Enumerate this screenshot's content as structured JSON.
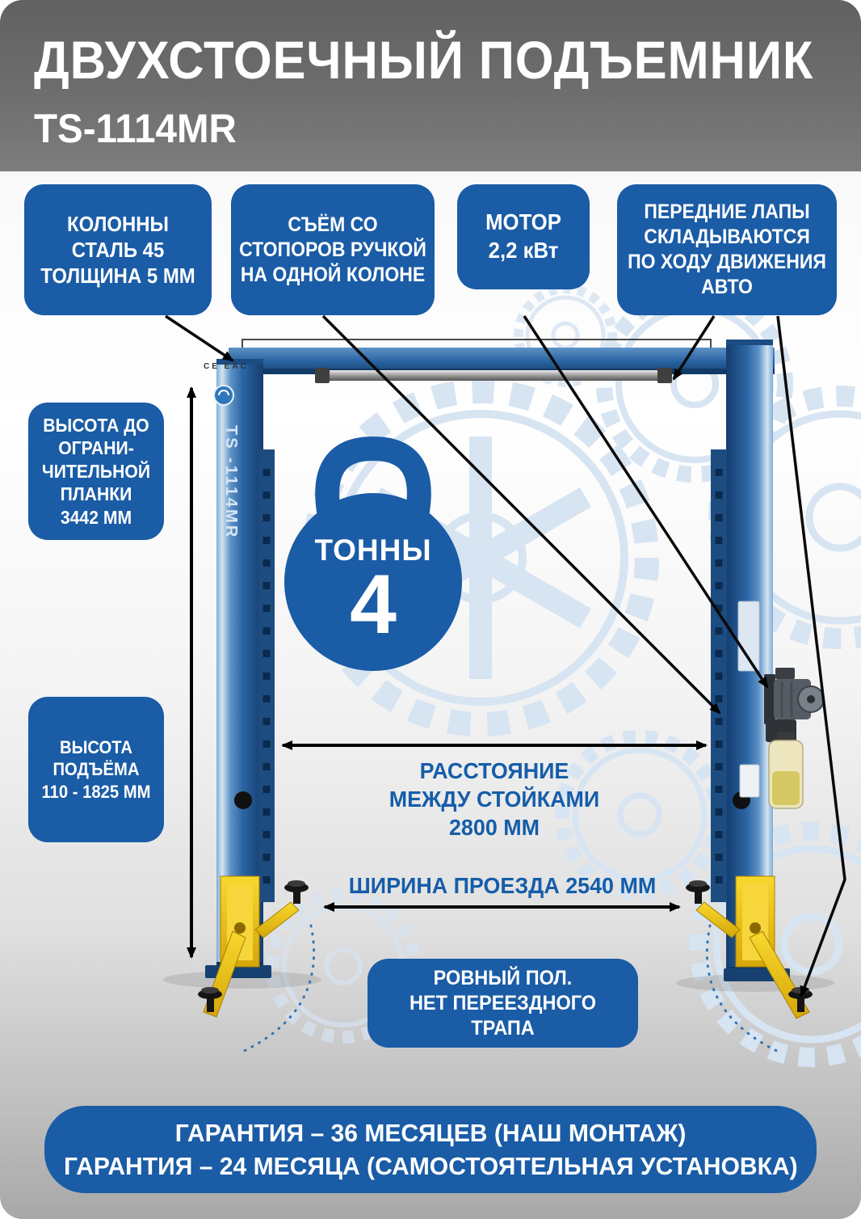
{
  "header": {
    "title": "ДВУХСТОЕЧНЫЙ ПОДЪЕМНИК",
    "model": "TS-1114MR"
  },
  "callouts": {
    "columns": "КОЛОННЫ\nСТАЛЬ 45\nТОЛЩИНА 5 ММ",
    "locks": "СЪЁМ СО\nСТОПОРОВ РУЧКОЙ\nНА ОДНОЙ КОЛОНЕ",
    "motor": "МОТОР\n2,2 кВт",
    "front_arms": "ПЕРЕДНИЕ ЛАПЫ\nСКЛАДЫВАЮТСЯ\nПО ХОДУ ДВИЖЕНИЯ\nАВТО",
    "height_to_bar": "ВЫСОТА ДО\nОГРАНИ-\nЧИТЕЛЬНОЙ\nПЛАНКИ\n3442 ММ",
    "lift_height": "ВЫСОТА\nПОДЪЁМА\n110 - 1825 ММ",
    "floor": "РОВНЫЙ ПОЛ.\nНЕТ ПЕРЕЕЗДНОГО ТРАПА"
  },
  "capacity": {
    "unit": "ТОННЫ",
    "value": "4"
  },
  "dimensions": {
    "between_posts": "РАССТОЯНИЕ\nМЕЖДУ СТОЙКАМИ\n2800 ММ",
    "drive_width": "ШИРИНА ПРОЕЗДА 2540 ММ"
  },
  "lift_labels": {
    "column_model": "TS -1114MR",
    "cert_marks": "CE EAC"
  },
  "warranty": {
    "line1": "ГАРАНТИЯ – 36 МЕСЯЦЕВ (НАШ МОНТАЖ)",
    "line2": "ГАРАНТИЯ – 24 МЕСЯЦА (САМОСТОЯТЕЛЬНАЯ УСТАНОВКА)"
  },
  "colors": {
    "accent_blue": "#1a5ca6",
    "column_blue": "#2c66a5",
    "arm_yellow": "#e8b90e",
    "header_gray": "#6e6e6e"
  }
}
